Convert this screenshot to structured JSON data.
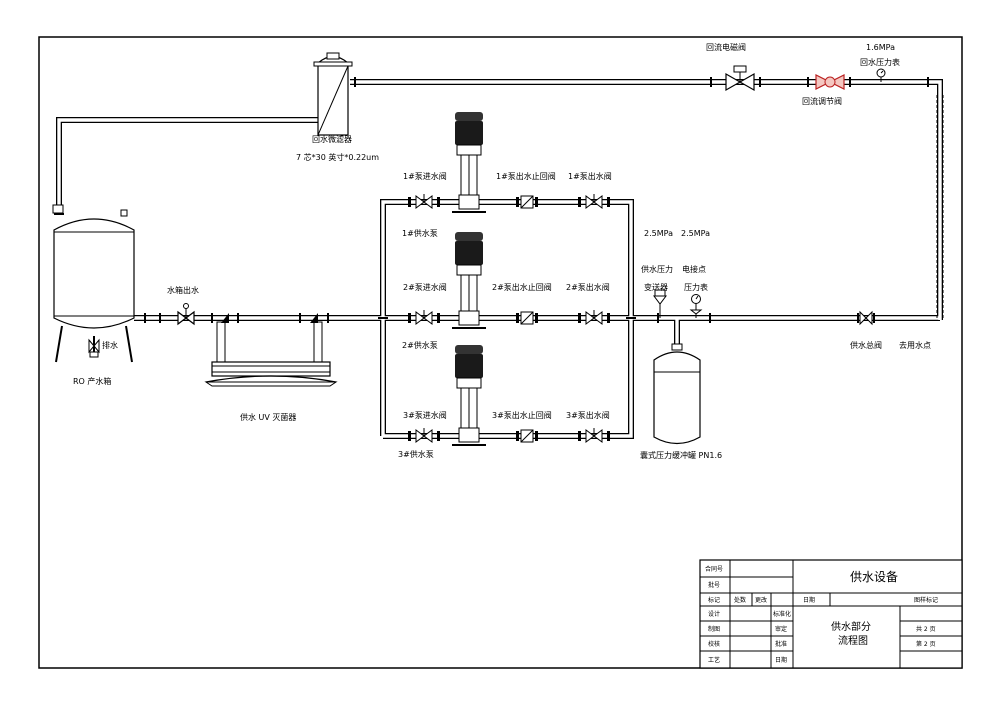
{
  "labels": {
    "return_solenoid_valve": "回流电磁阀",
    "return_pressure_value": "1.6MPa",
    "return_pressure_gauge": "回水压力表",
    "return_regulating_valve": "回流调节阀",
    "return_filter": "回水微滤器",
    "filter_spec": "7 芯*30 英寸*0.22um",
    "pump1_inlet_valve": "1#泵进水阀",
    "pump1_check_valve": "1#泵出水止回阀",
    "pump1_outlet_valve": "1#泵出水阀",
    "pump1": "1#供水泵",
    "pump2_inlet_valve": "2#泵进水阀",
    "pump2_check_valve": "2#泵出水止回阀",
    "pump2_outlet_valve": "2#泵出水阀",
    "pump2": "2#供水泵",
    "pump3_inlet_valve": "3#泵进水阀",
    "pump3_check_valve": "3#泵出水止回阀",
    "pump3_outlet_valve": "3#泵出水阀",
    "pump3": "3#供水泵",
    "tank_outlet": "水箱出水",
    "drain": "排水",
    "ro_tank": "RO 产水箱",
    "uv_sterilizer": "供水 UV 灭菌器",
    "pressure_value_1": "2.5MPa",
    "pressure_value_2": "2.5MPa",
    "pressure_transmitter_line1": "供水压力",
    "pressure_transmitter_line2": "变送器",
    "contact_gauge_line1": "电接点",
    "contact_gauge_line2": "压力表",
    "bladder_tank": "囊式压力缓冲罐 PN1.6",
    "main_valve": "供水总阀",
    "use_point": "去用水点"
  },
  "title_block": {
    "contract_no": "合同号",
    "sub_no": "批号",
    "mark": "标记",
    "count": "处数",
    "change": "更改",
    "date": "日期",
    "design": "设计",
    "standardize": "标准化",
    "draw": "制图",
    "review": "审定",
    "check": "校核",
    "approve": "批准",
    "process": "工艺",
    "date2": "日期",
    "project": "供水设备",
    "drawing_title_line1": "供水部分",
    "drawing_title_line2": "流程图",
    "sample_mark": "图样标记",
    "total_pages": "共 2 页",
    "page_no": "第 2 页"
  }
}
